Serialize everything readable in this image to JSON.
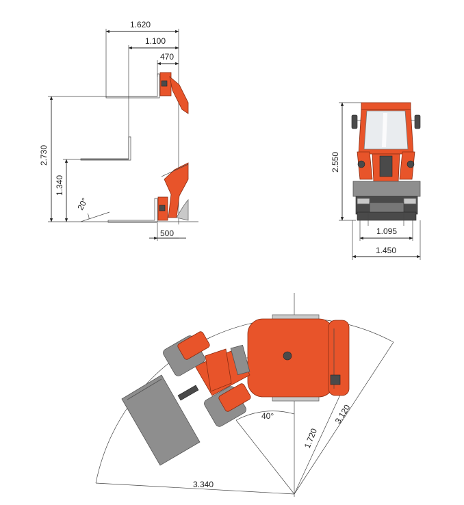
{
  "colors": {
    "machine": "#e8542a",
    "bucket": "#8e8e8e",
    "line": "#222222"
  },
  "side_view": {
    "width_1620": "1.620",
    "width_1100": "1.100",
    "width_470": "470",
    "height_2730": "2.730",
    "height_1340": "1.340",
    "angle_20": "20°",
    "width_500": "500"
  },
  "front_view": {
    "height_2550": "2.550",
    "track_1095": "1.095",
    "width_1450": "1.450"
  },
  "top_view": {
    "angle_40": "40°",
    "radius_1720": "1.720",
    "radius_3120": "3.120",
    "width_3340": "3.340"
  }
}
